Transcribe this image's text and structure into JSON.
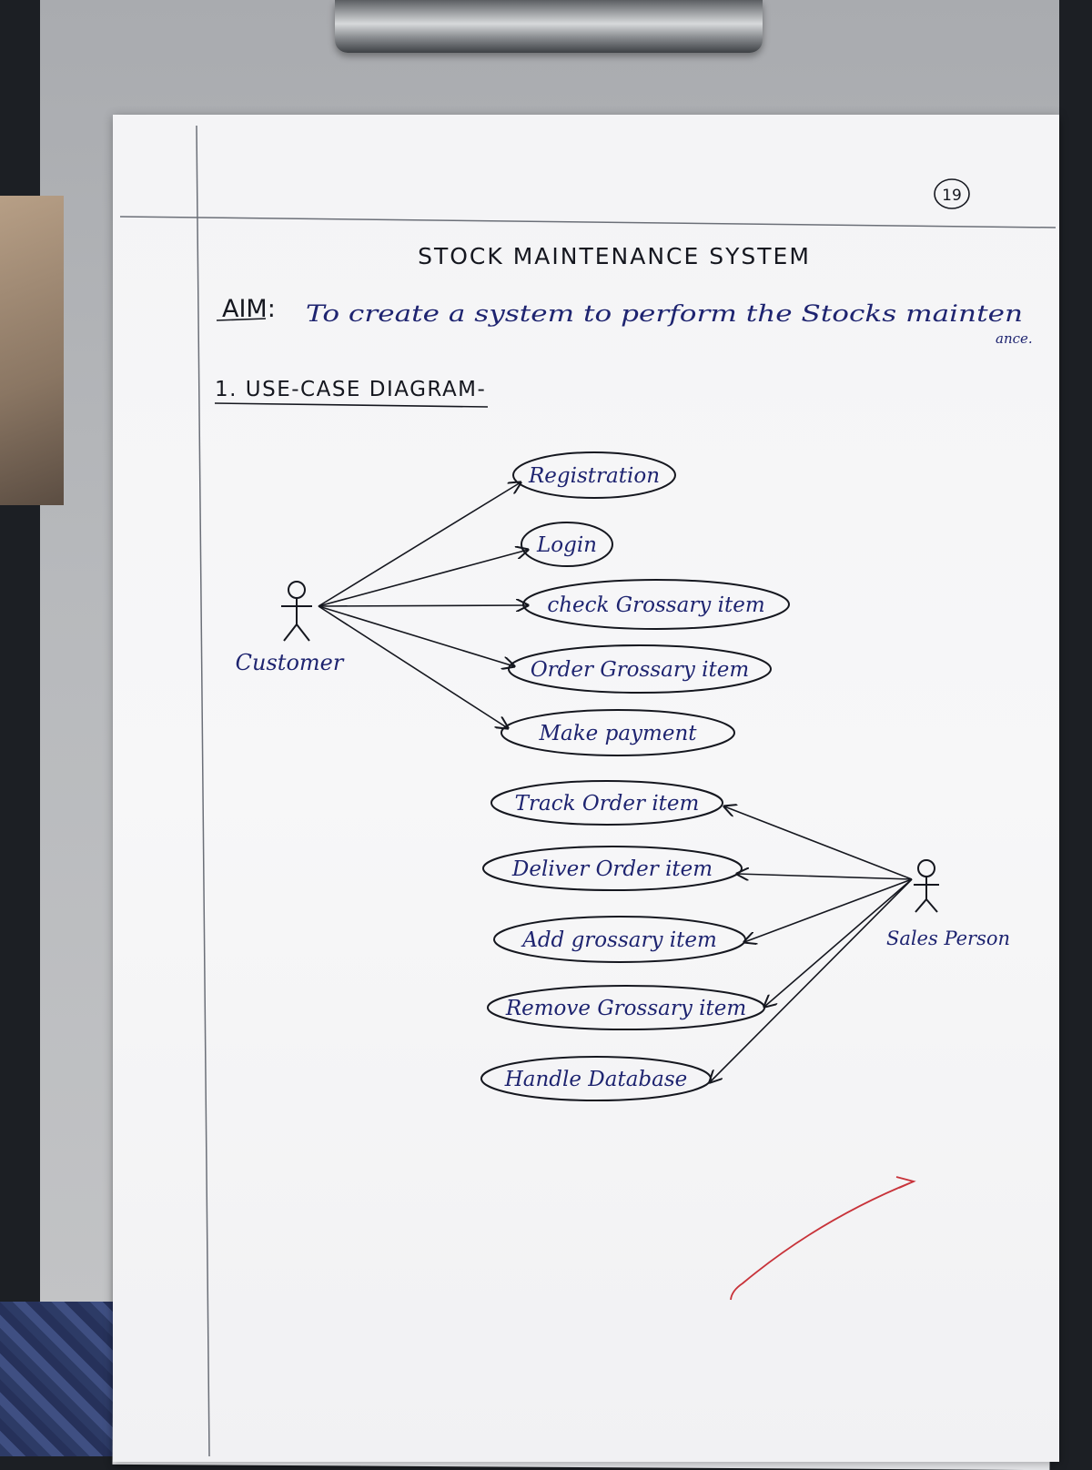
{
  "page_number": "19",
  "title": "STOCK MAINTENANCE SYSTEM",
  "aim": {
    "label": "AIM:",
    "text": "To create a system to perform the Stocks mainten",
    "text_continuation": "ance."
  },
  "section_heading": "1. USE-CASE DIAGRAM-",
  "actors": [
    {
      "id": "customer",
      "label": "Customer"
    },
    {
      "id": "sales_person",
      "label": "Sales Person"
    }
  ],
  "use_cases": [
    {
      "id": "registration",
      "label": "Registration"
    },
    {
      "id": "login",
      "label": "Login"
    },
    {
      "id": "check_grossary_item",
      "label": "check Grossary item"
    },
    {
      "id": "order_grossary_item",
      "label": "Order Grossary item"
    },
    {
      "id": "make_payment",
      "label": "Make payment"
    },
    {
      "id": "track_order_item",
      "label": "Track Order item"
    },
    {
      "id": "deliver_order_item",
      "label": "Deliver Order item"
    },
    {
      "id": "add_grossary_item",
      "label": "Add grossary item"
    },
    {
      "id": "remove_grossary_item",
      "label": "Remove Grossary item"
    },
    {
      "id": "handle_database",
      "label": "Handle Database"
    }
  ],
  "associations": [
    {
      "from": "customer",
      "to": "registration"
    },
    {
      "from": "customer",
      "to": "login"
    },
    {
      "from": "customer",
      "to": "check_grossary_item"
    },
    {
      "from": "customer",
      "to": "order_grossary_item"
    },
    {
      "from": "customer",
      "to": "make_payment"
    },
    {
      "from": "sales_person",
      "to": "track_order_item"
    },
    {
      "from": "sales_person",
      "to": "deliver_order_item"
    },
    {
      "from": "sales_person",
      "to": "add_grossary_item"
    },
    {
      "from": "sales_person",
      "to": "remove_grossary_item"
    },
    {
      "from": "sales_person",
      "to": "handle_database"
    }
  ],
  "colors": {
    "ink_blue": "#1e2470",
    "pencil": "#15171f",
    "red_mark": "#c8333a",
    "paper": "#f5f5f7"
  }
}
